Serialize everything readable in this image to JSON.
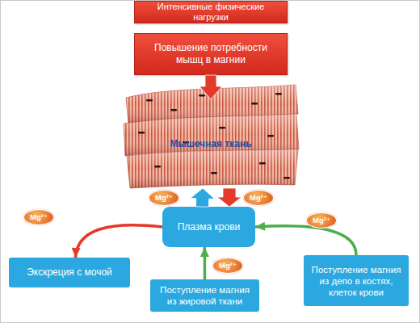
{
  "diagram": {
    "nodes": [
      {
        "text": [
          "Интенсивные физические нагрузки"
        ]
      },
      {
        "text": [
          "Повышение потребности мышц в магнии"
        ]
      },
      {
        "text": [
          "Мышечная ткань"
        ]
      },
      {
        "text": [
          "Плазма крови"
        ]
      },
      {
        "text": [
          "Экскреция с мочой"
        ]
      },
      {
        "text": [
          "Поступление магния из жировой ткани"
        ]
      },
      {
        "text": [
          "Поступление магния из депо в костях, клеток крови"
        ]
      }
    ],
    "edges": [
      {
        "from": 1,
        "to": 2,
        "arrow": "to"
      },
      {
        "from": 3,
        "to": 2,
        "label": "Mg²⁺",
        "arrow": "to"
      },
      {
        "from": 2,
        "to": 3,
        "label": "Mg²⁺",
        "arrow": "to"
      },
      {
        "from": 3,
        "to": 4,
        "label": "Mg²⁺",
        "arrow": "to"
      },
      {
        "from": 5,
        "to": 3,
        "label": "Mg²⁺",
        "arrow": "to"
      },
      {
        "from": 6,
        "to": 3,
        "label": "Mg²⁺",
        "arrow": "to"
      }
    ]
  }
}
